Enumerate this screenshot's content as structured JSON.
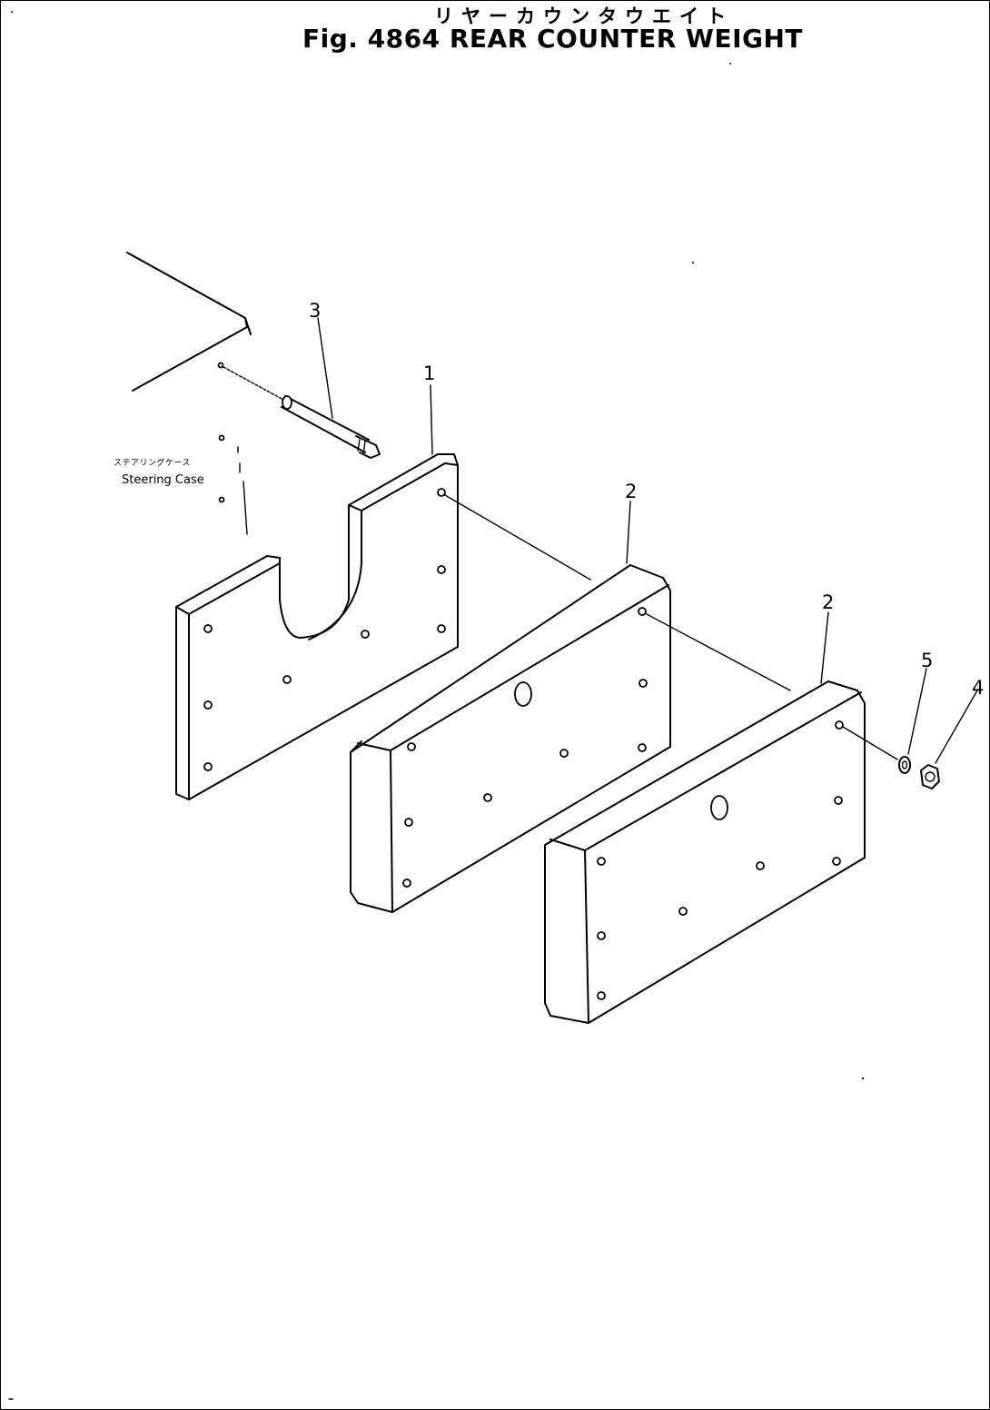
{
  "figure": {
    "title_jp": "リヤーカウンタウエイト",
    "title_en": "Fig. 4864 REAR COUNTER WEIGHT"
  },
  "labels": {
    "steering_case_jp": "ステアリングケース",
    "steering_case_en": "Steering Case"
  },
  "callouts": [
    {
      "id": "part-1",
      "text": "1"
    },
    {
      "id": "part-2a",
      "text": "2"
    },
    {
      "id": "part-2b",
      "text": "2"
    },
    {
      "id": "part-3",
      "text": "3"
    },
    {
      "id": "part-4",
      "text": "4"
    },
    {
      "id": "part-5",
      "text": "5"
    }
  ]
}
